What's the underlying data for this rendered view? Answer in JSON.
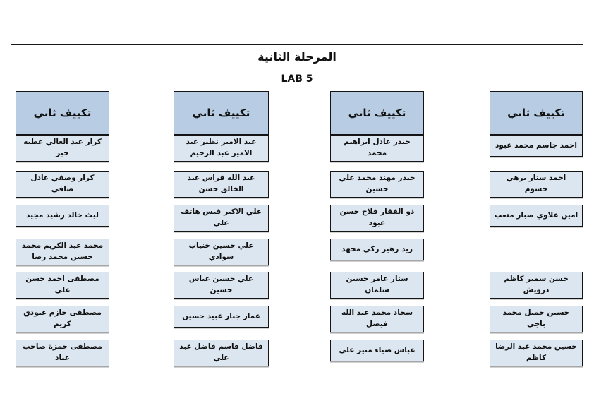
{
  "title": "المرحلة الثانية",
  "subtitle": "LAB 5",
  "colors": {
    "header_fill": "#b8cce4",
    "cell_fill": "#dce6f1",
    "border": "#000000",
    "page_background": "#ffffff"
  },
  "columns": [
    {
      "header": "تكييف ثاني",
      "names": [
        "احمد جاسم محمد عبود",
        "احمد ستار برهي جسوم",
        "امين علاوي صبار متعب",
        null,
        "حسن سمير كاظم درويش",
        "حسين جميل محمد باجي",
        "حسين محمد عبد الرضا كاظم"
      ]
    },
    {
      "header": "تكييف ثاني",
      "names": [
        "حيدر عادل ابراهيم محمد",
        "حيدر مهند محمد علي حسين",
        "ذو الفقار فلاح حسن عبود",
        "زيد زهير زكي مجهد",
        "ستار عامر حسين سلمان",
        "سجاد محمد عبد الله فيصل",
        "عباس ضياء منير علي"
      ]
    },
    {
      "header": "تكييف ثاني",
      "names": [
        "عبد الامير نظير عبد الامير عبد الرحيم",
        "عبد الله فراس عبد الخالق حسن",
        "علي الاكبر قيس هاتف علي",
        "علي حسين خنياب سوادي",
        "علي حسين عباس حسين",
        "عمار جبار عبيد حسين",
        "فاضل قاسم فاضل عبد علي"
      ]
    },
    {
      "header": "تكييف ثاني",
      "names": [
        "كرار عبد العالي عطيه جبر",
        "كرار وصفي عادل صافي",
        "ليث خالد رشيد مجيد",
        "محمد عبد الكريم محمد حسين محمد رضا",
        "مصطفى احمد حسن علي",
        "مصطفى حازم عبودي كريم",
        "مصطفى حمزة صاحب عناد"
      ]
    }
  ]
}
